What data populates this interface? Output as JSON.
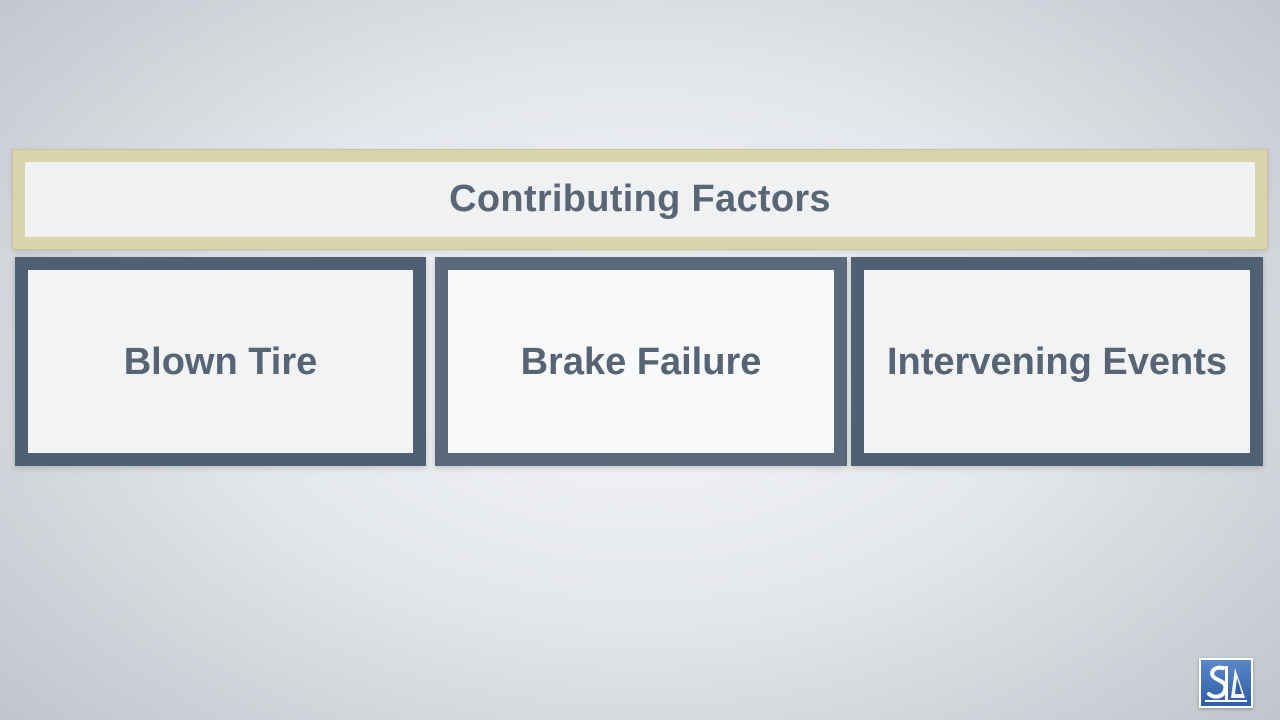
{
  "header": {
    "title": "Contributing Factors"
  },
  "factors": [
    {
      "label": "Blown Tire"
    },
    {
      "label": "Brake Failure"
    },
    {
      "label": "Intervening Events"
    }
  ],
  "colors": {
    "header_border": "#d9d4a9",
    "box_border": "#4f6072",
    "text": "#586676",
    "logo_blue": "#2f5ea8"
  },
  "logo": {
    "icon": "firm-logo-icon"
  }
}
